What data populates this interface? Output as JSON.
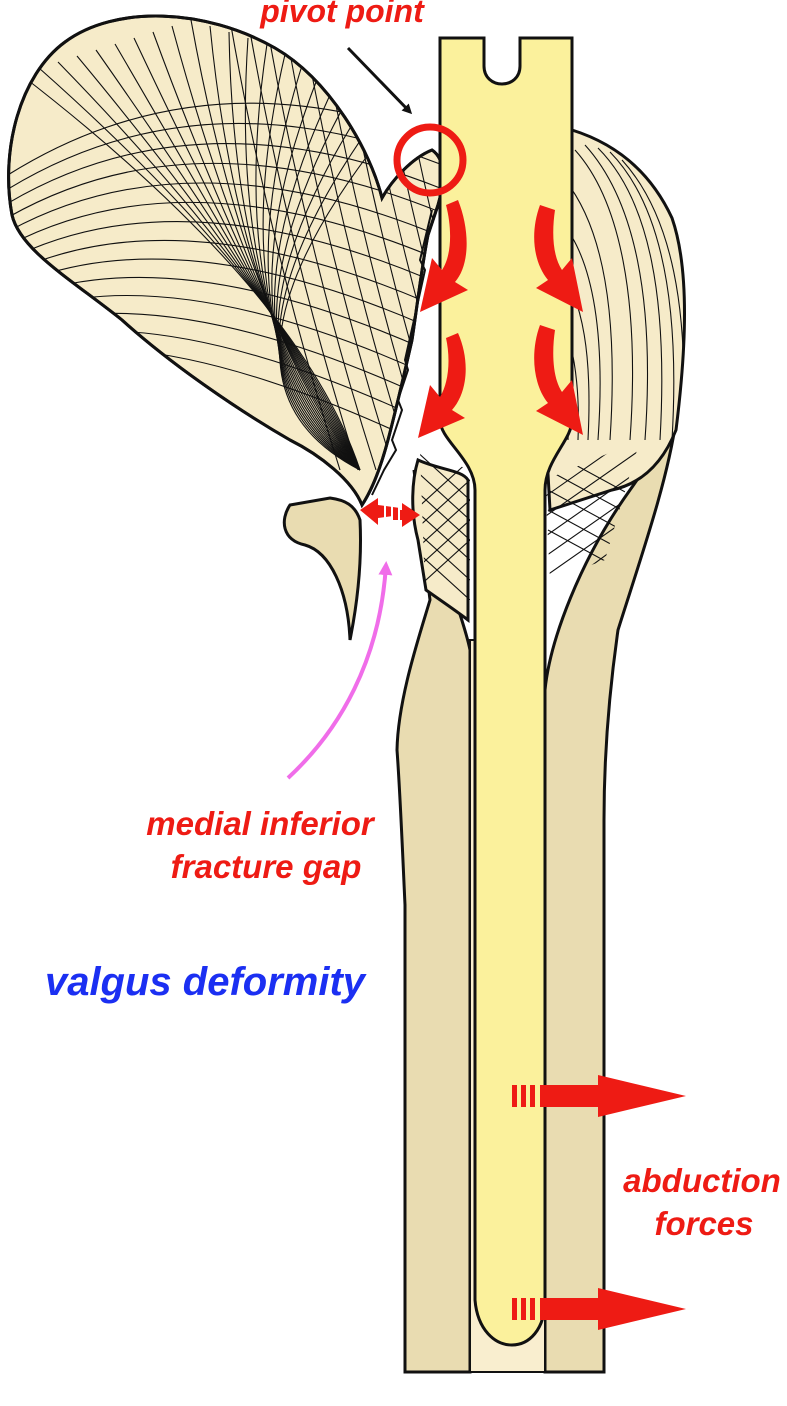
{
  "labels": {
    "pivot_point": "pivot point",
    "gap_line1": "medial inferior",
    "gap_line2": "fracture gap",
    "deformity": "valgus deformity",
    "forces_line1": "abduction",
    "forces_line2": "forces"
  },
  "colors": {
    "bone_fill": "#f6ebc9",
    "cortex_fill": "#e9dcb1",
    "nail_fill": "#fbf19c",
    "outline": "#111111",
    "force_red": "#ee1b14",
    "annotation_red": "#ee1b14",
    "pointer_magenta": "#f06de9",
    "deformity_blue": "#1b2ff2",
    "pointer_black": "#111111"
  }
}
